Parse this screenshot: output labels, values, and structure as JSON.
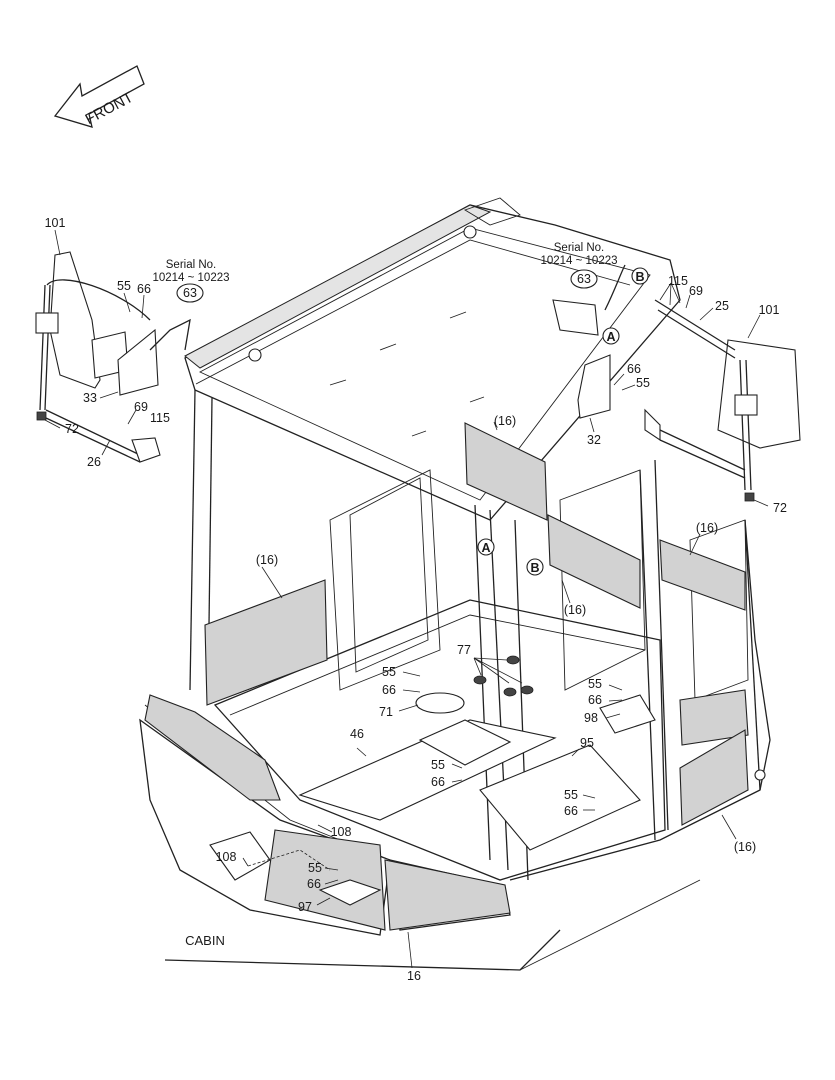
{
  "front_arrow": "FRONT",
  "serial_left": {
    "line1": "Serial No.",
    "line2": "10214 ~ 10223",
    "circled": "63"
  },
  "serial_right": {
    "line1": "Serial No.",
    "line2": "10214 ~ 10223",
    "circled": "63"
  },
  "markers": {
    "a": "A",
    "b": "B"
  },
  "callouts": {
    "n101_left": "101",
    "n55_tl": "55",
    "n66_tl": "66",
    "n33": "33",
    "n69_left": "69",
    "n115_left": "115",
    "n72_left": "72",
    "n26": "26",
    "n115_right": "115",
    "n69_right": "69",
    "n25": "25",
    "n101_right": "101",
    "n66_tr": "66",
    "n55_tr": "55",
    "n32": "32",
    "n72_right": "72",
    "p16_top": "(16)",
    "p16_left": "(16)",
    "p16_mid": "(16)",
    "p16_right": "(16)",
    "p16_br": "(16)",
    "n77": "77",
    "n55_c": "55",
    "n66_c": "66",
    "n71": "71",
    "n55_r": "55",
    "n66_r": "66",
    "n98": "98",
    "n46": "46",
    "n95": "95",
    "n55_m": "55",
    "n66_m": "66",
    "n55_rl": "55",
    "n66_rl": "66",
    "n108_a": "108",
    "n108_b": "108",
    "n55_b": "55",
    "n66_b": "66",
    "n97": "97",
    "n16_bottom": "16"
  },
  "caption": "CABIN"
}
